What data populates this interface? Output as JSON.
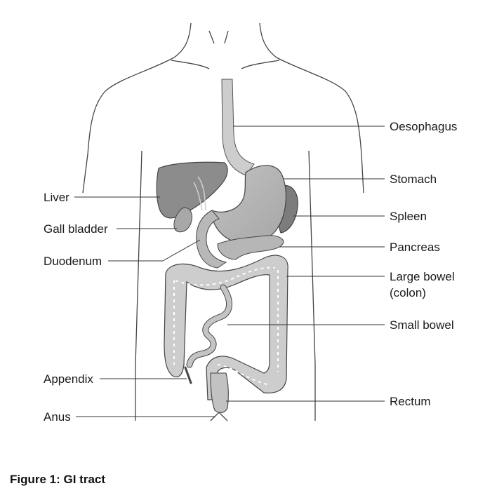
{
  "labels": {
    "liver": "Liver",
    "gall_bladder": "Gall bladder",
    "duodenum": "Duodenum",
    "appendix": "Appendix",
    "anus": "Anus",
    "oesophagus": "Oesophagus",
    "stomach": "Stomach",
    "spleen": "Spleen",
    "pancreas": "Pancreas",
    "large_bowel_line1": "Large bowel",
    "large_bowel_line2": "(colon)",
    "small_bowel": "Small bowel",
    "rectum": "Rectum"
  },
  "caption": "Figure 1: GI tract",
  "colors": {
    "organ_dark": "#8c8c8c",
    "organ_mid": "#b4b4b4",
    "organ_light": "#cfcfcf",
    "outline": "#444444"
  }
}
